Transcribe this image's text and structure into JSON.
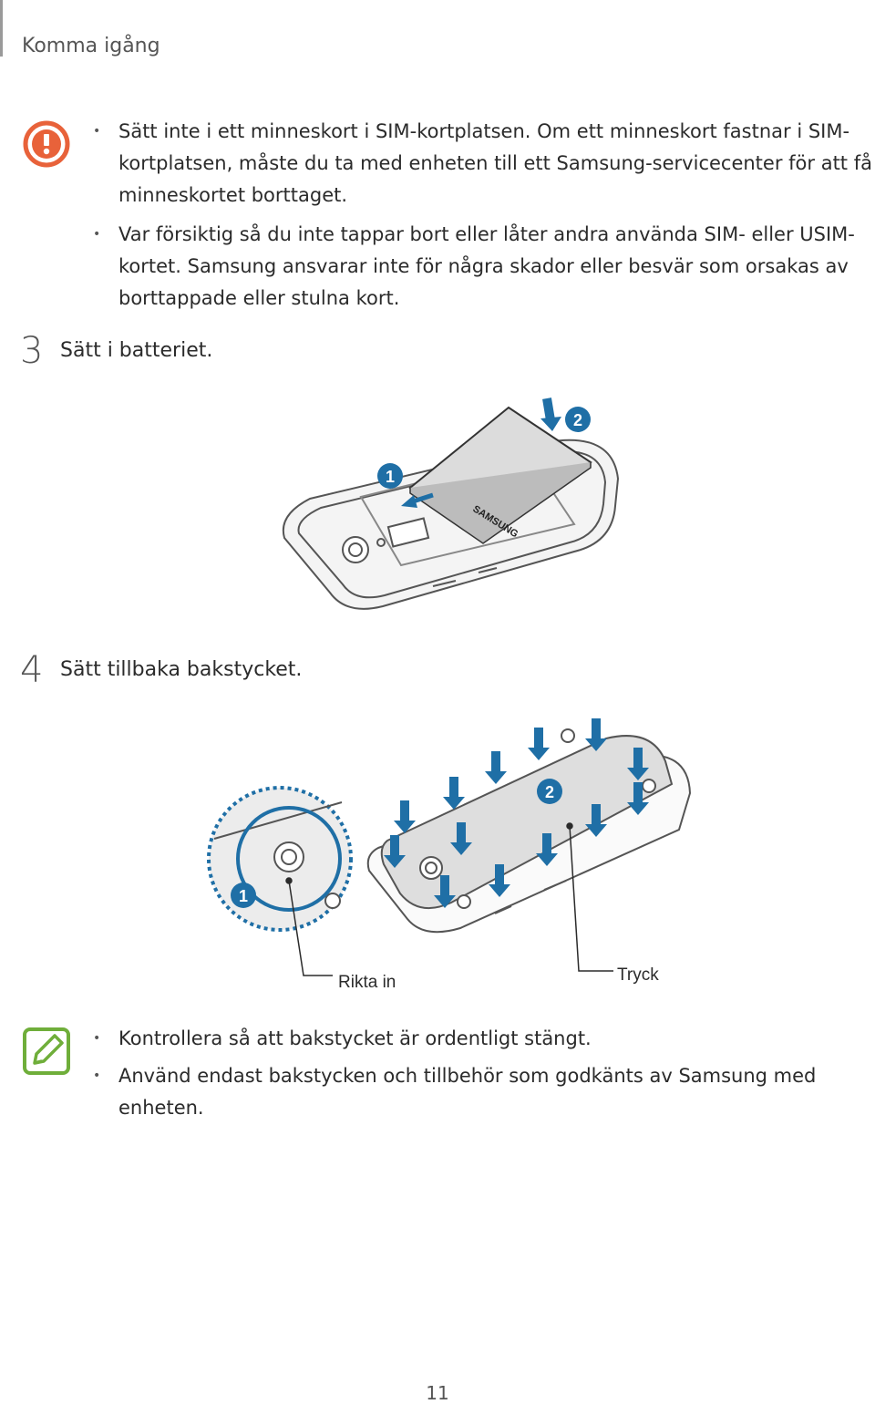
{
  "header": {
    "section_title": "Komma igång"
  },
  "warning": {
    "icon": "warning-icon",
    "color": "#e8623a",
    "bullets": [
      "Sätt inte i ett minneskort i SIM-kortplatsen. Om ett minneskort fastnar i SIM-kortplatsen, måste du ta med enheten till ett Samsung-servicecenter för att få minneskortet borttaget.",
      "Var försiktig så du inte tappar bort eller låter andra använda SIM- eller USIM-kortet. Samsung ansvarar inte för några skador eller besvär som orsakas av borttappade eller stulna kort."
    ]
  },
  "steps": [
    {
      "number": "3",
      "text": "Sätt i batteriet."
    },
    {
      "number": "4",
      "text": "Sätt tillbaka bakstycket."
    }
  ],
  "figure1": {
    "battery_logo": "SAMSUNG",
    "marker1": "1",
    "marker2": "2",
    "accent": "#1f6fa6"
  },
  "figure2": {
    "marker1": "1",
    "marker2": "2",
    "label_align": "Rikta in",
    "label_press": "Tryck",
    "accent": "#1f6fa6"
  },
  "note": {
    "icon": "note-pencil-icon",
    "color": "#6fae3a",
    "bullets": [
      "Kontrollera så att bakstycket är ordentligt stängt.",
      "Använd endast bakstycken och tillbehör som godkänts av Samsung med enheten."
    ]
  },
  "page_number": "11"
}
